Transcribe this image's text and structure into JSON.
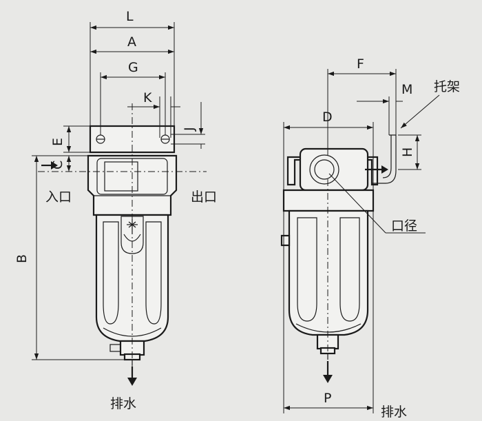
{
  "dims": {
    "L": "L",
    "A": "A",
    "G": "G",
    "K": "K",
    "J": "J",
    "E": "E",
    "C": "C",
    "B": "B",
    "D": "D",
    "F": "F",
    "M": "M",
    "H": "H",
    "P": "P"
  },
  "labels": {
    "inlet": "入口",
    "outlet": "出口",
    "drain_left": "排水",
    "drain_right": "排水",
    "bracket": "托架",
    "port": "口径"
  },
  "colors": {
    "background": "#e8e8e6",
    "line": "#1a1a1a"
  }
}
